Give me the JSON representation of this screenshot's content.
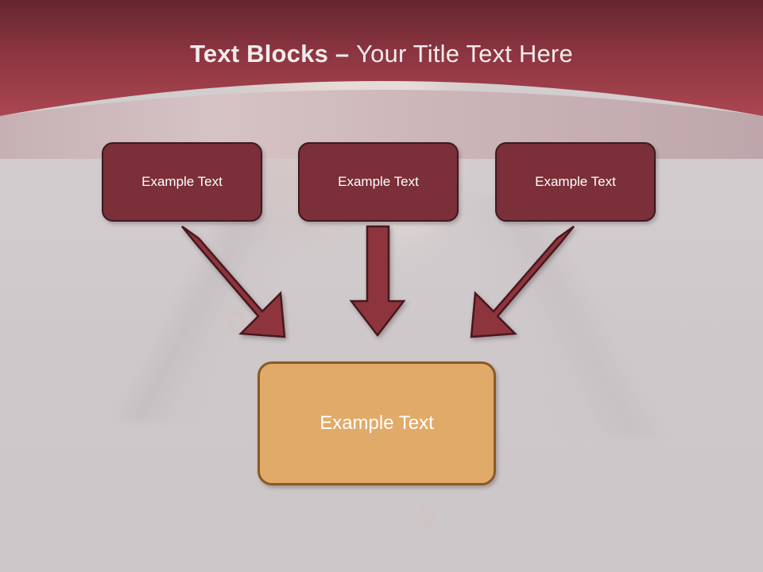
{
  "slide": {
    "title": {
      "bold_part": "Text Blocks – ",
      "light_part": "Your Title Text Here",
      "full": "Text Blocks – Your Title Text Here"
    },
    "colors": {
      "header_top": "#6d2b33",
      "header_bottom": "#a84450",
      "arc_band": "#c3aeb2",
      "body_background": "#cdc7c9",
      "top_box_fill": "#7b2f38",
      "top_box_border": "#3c1a1f",
      "bottom_box_fill": "#e0aa68",
      "bottom_box_border": "#8a5a24",
      "arrow_fill": "#8e343d",
      "arrow_border": "#46181d",
      "text_on_box": "#ffffff",
      "title_text": "#f3ecec"
    },
    "top_boxes": [
      {
        "label": "Example Text"
      },
      {
        "label": "Example Text"
      },
      {
        "label": "Example Text"
      }
    ],
    "bottom_box": {
      "label": "Example Text"
    },
    "arrows": [
      {
        "name": "arrow-left-diagonal",
        "direction": "down-right",
        "from_box": 1,
        "to_box": "bottom"
      },
      {
        "name": "arrow-middle-vertical",
        "direction": "down",
        "from_box": 2,
        "to_box": "bottom"
      },
      {
        "name": "arrow-right-diagonal",
        "direction": "down-left",
        "from_box": 3,
        "to_box": "bottom"
      }
    ],
    "background_image": {
      "name": "portrait-photo-faded",
      "description": "Faded photo of a person's chin, neck and collared shirt"
    }
  }
}
